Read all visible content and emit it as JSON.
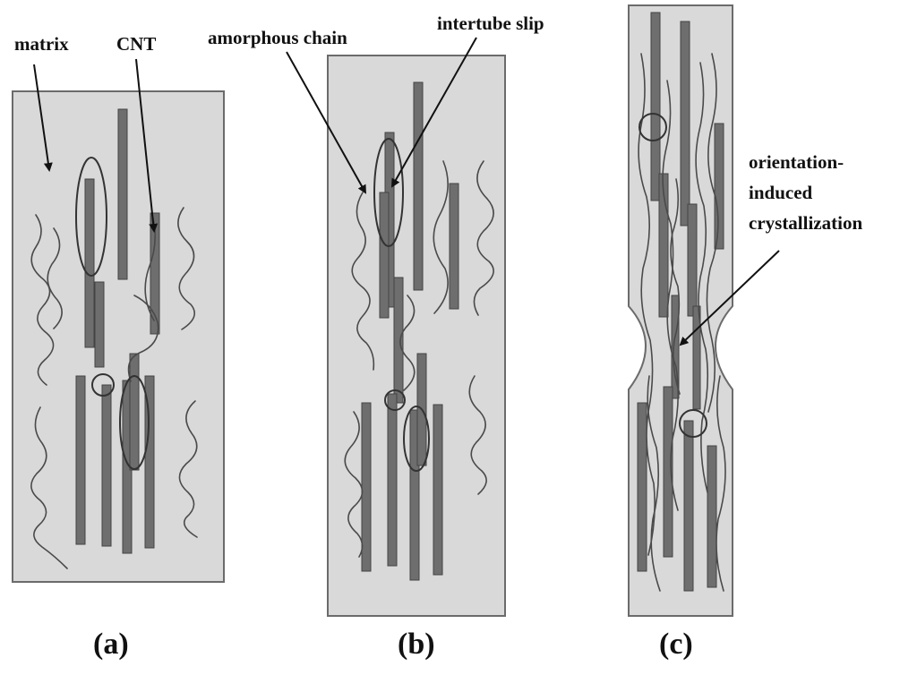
{
  "labels": {
    "matrix": "matrix",
    "cnt": "CNT",
    "amorphous_chain": "amorphous chain",
    "intertube_slip": "intertube slip",
    "orientation_1": "orientation-",
    "orientation_2": "induced",
    "orientation_3": "crystallization"
  },
  "panels": [
    {
      "id": "a",
      "caption": "(a)"
    },
    {
      "id": "b",
      "caption": "(b)"
    },
    {
      "id": "c",
      "caption": "(c)"
    }
  ],
  "colors": {
    "matrix_fill": "#d9d9d9",
    "cnt_fill": "#6e6e6e",
    "chain_stroke": "#4a4a4a"
  }
}
